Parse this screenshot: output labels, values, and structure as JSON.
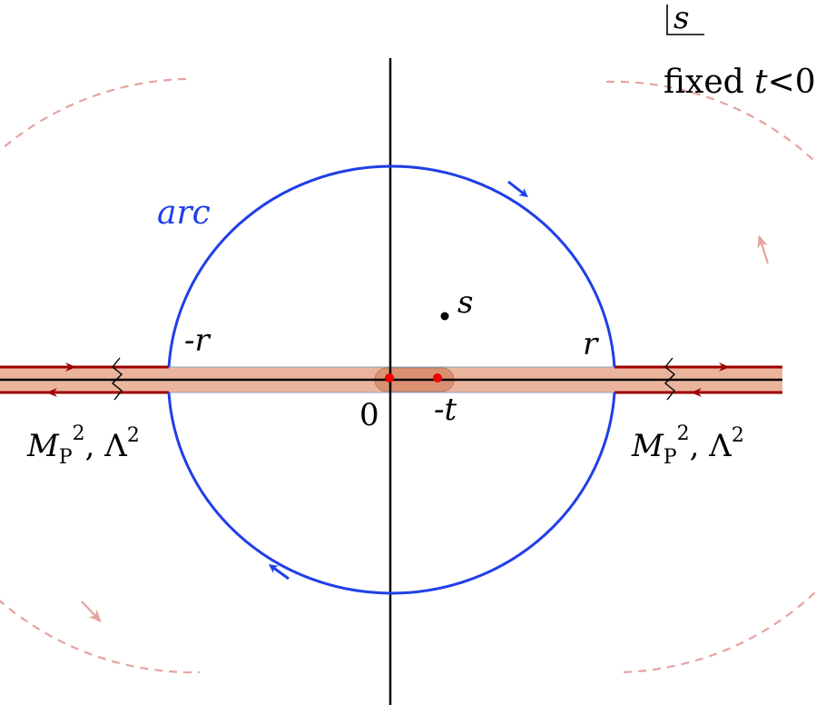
{
  "corner_label": {
    "variable": "s",
    "condition_prefix": "fixed ",
    "condition_var": "t",
    "condition_rest": "<0"
  },
  "contour": {
    "label": "arc",
    "color": "#1f3fe6"
  },
  "point_s": {
    "label": "s"
  },
  "real_axis_labels": {
    "neg_r": "-r",
    "pos_r": "r",
    "origin": "0",
    "neg_t": "-t"
  },
  "cut_labels": {
    "left": {
      "mass": "M",
      "mass_sub": "P",
      "exp1": "2",
      "sep": ", ",
      "lambda": "Λ",
      "exp2": "2"
    },
    "right": {
      "mass": "M",
      "mass_sub": "P",
      "exp1": "2",
      "sep": ", ",
      "lambda": "Λ",
      "exp2": "2"
    }
  },
  "colors": {
    "axis": "#000000",
    "contour": "#1f3fe6",
    "branch_cut_line": "#9e0000",
    "branch_cut_fill": "#e8a88c",
    "dashed_arcs": "#e5a3a0",
    "poles": "#ee0000"
  }
}
